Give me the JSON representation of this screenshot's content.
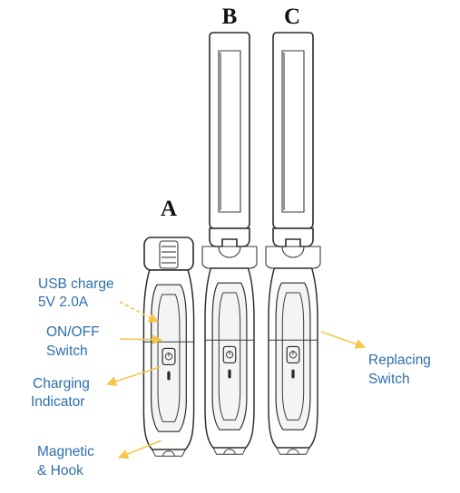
{
  "variants": {
    "a": "A",
    "b": "B",
    "c": "C"
  },
  "callouts": {
    "usb_charge": [
      "USB charge",
      "5V 2.0A"
    ],
    "on_off": [
      "ON/OFF",
      "Switch"
    ],
    "charging_indicator": [
      "Charging",
      "Indicator"
    ],
    "magnetic_hook": [
      "Magnetic",
      "& Hook"
    ],
    "replacing_switch": [
      "Replacing",
      "Switch"
    ]
  },
  "colors": {
    "label_text": "#2e6fae",
    "arrow": "#f4c74a",
    "outline": "#2b2b2b"
  }
}
